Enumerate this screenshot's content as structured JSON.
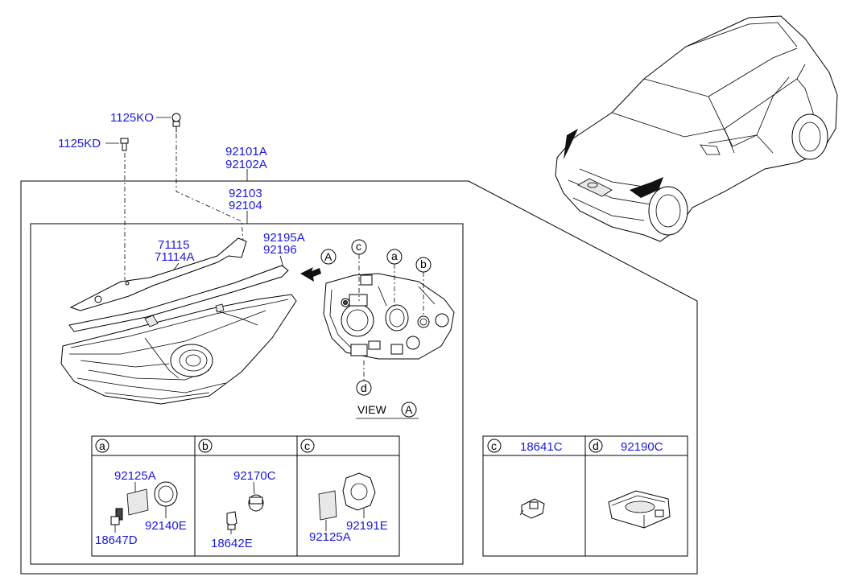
{
  "parts": {
    "bolt_upper": "1125KO",
    "bolt_lower": "1125KD",
    "assy_1": "92101A",
    "assy_2": "92102A",
    "lamp_1": "92103",
    "lamp_2": "92104",
    "bracket_1": "71115",
    "bracket_2": "71114A",
    "seal_1": "92195A",
    "seal_2": "92196"
  },
  "view": {
    "arrow_letter": "A",
    "caption": "VIEW",
    "caption_letter": "A",
    "callouts": [
      "c",
      "a",
      "b",
      "d"
    ]
  },
  "sub_a": {
    "letter": "a",
    "parts": [
      "92125A",
      "92140E",
      "18647D"
    ]
  },
  "sub_b": {
    "letter": "b",
    "parts": [
      "92170C",
      "18642E"
    ]
  },
  "sub_c": {
    "letter": "c",
    "parts": [
      "92191E",
      "92125A"
    ]
  },
  "sub_right": [
    {
      "letter": "c",
      "part": "18641C"
    },
    {
      "letter": "d",
      "part": "92190C"
    }
  ]
}
